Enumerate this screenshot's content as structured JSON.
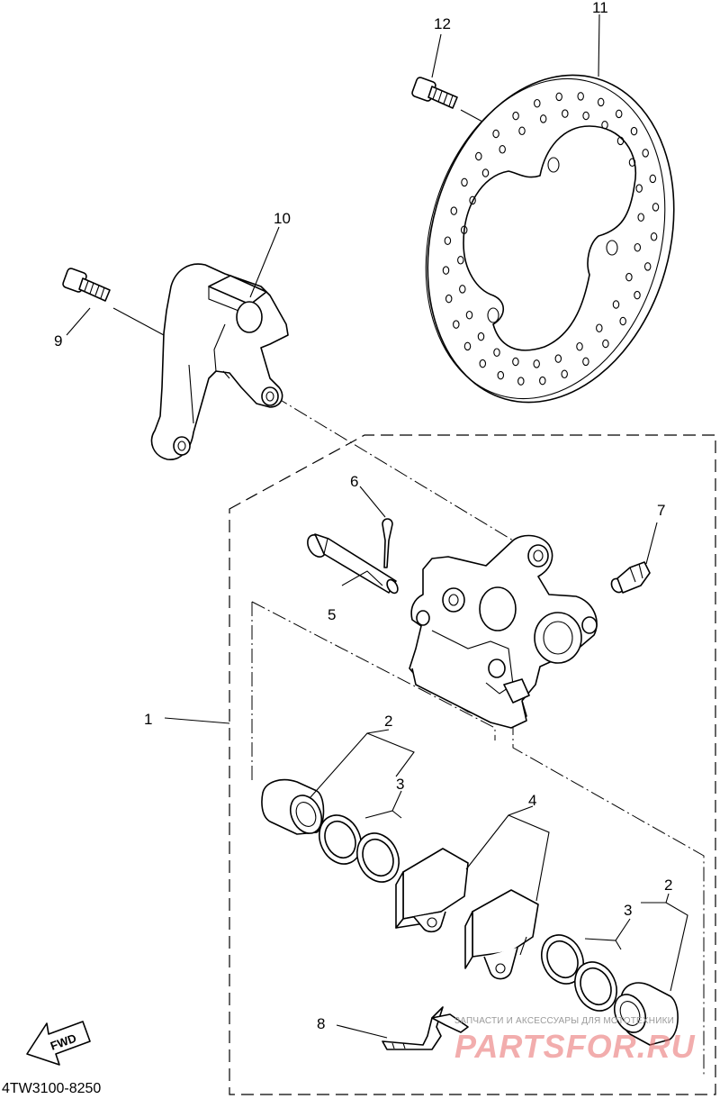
{
  "diagram": {
    "drawing_code": "4TW3100-8250",
    "forward_label": "FWD",
    "callouts": {
      "c1": "1",
      "c2a": "2",
      "c2b": "2",
      "c3a": "3",
      "c3b": "3",
      "c4": "4",
      "c5": "5",
      "c6": "6",
      "c7": "7",
      "c8": "8",
      "c9": "9",
      "c10": "10",
      "c11": "11",
      "c12": "12"
    },
    "watermark": {
      "tagline": "ЗАПЧАСТИ И АКСЕССУАРЫ ДЛЯ МОТОТЕХНИКИ",
      "brand": "PARTSFOR.RU"
    }
  }
}
